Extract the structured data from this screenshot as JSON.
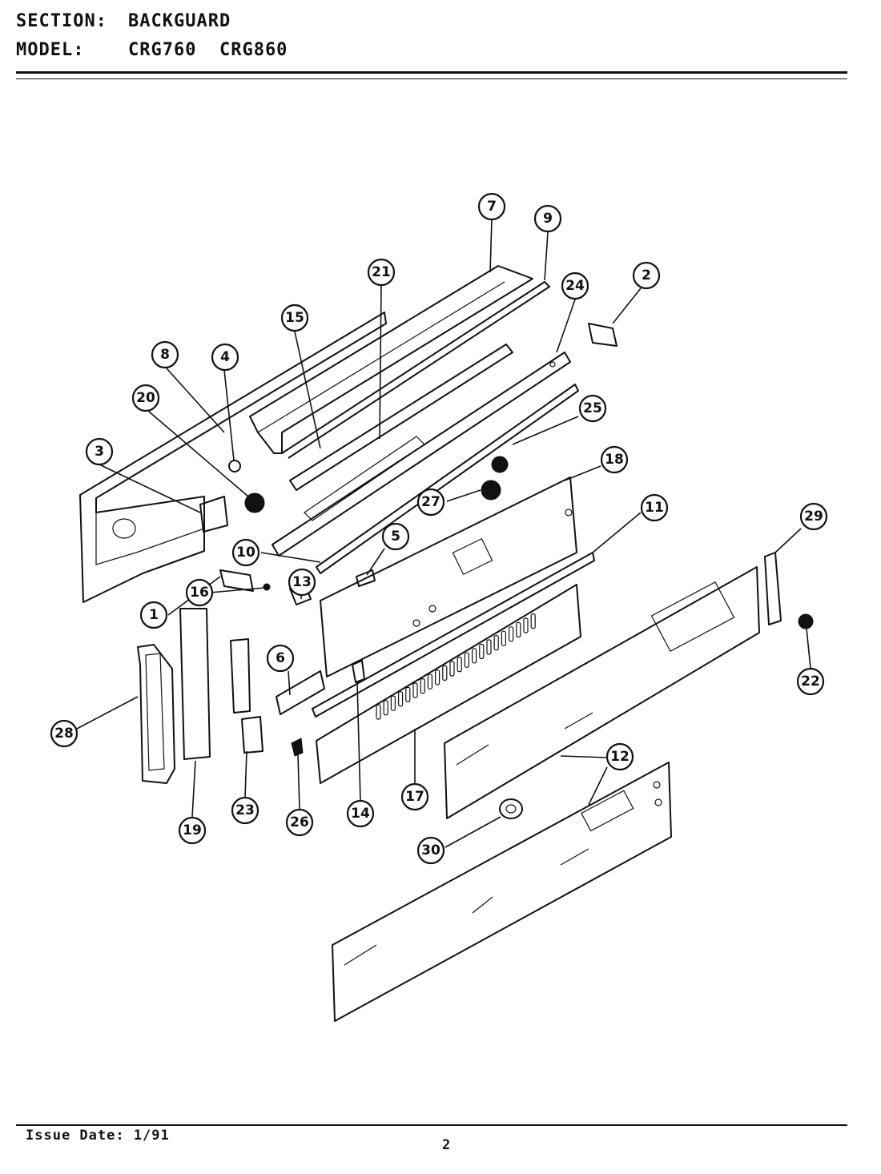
{
  "header": {
    "section_label": "SECTION:",
    "section_value": "BACKGUARD",
    "model_label": "MODEL:",
    "model_values": "CRG760  CRG860"
  },
  "footer": {
    "issue_date": "Issue Date: 1/91",
    "page_number": "2"
  },
  "callouts": [
    "1",
    "2",
    "3",
    "4",
    "5",
    "6",
    "7",
    "8",
    "9",
    "10",
    "11",
    "12",
    "13",
    "14",
    "15",
    "16",
    "17",
    "18",
    "19",
    "20",
    "21",
    "22",
    "23",
    "24",
    "25",
    "26",
    "27",
    "28",
    "29",
    "30"
  ]
}
